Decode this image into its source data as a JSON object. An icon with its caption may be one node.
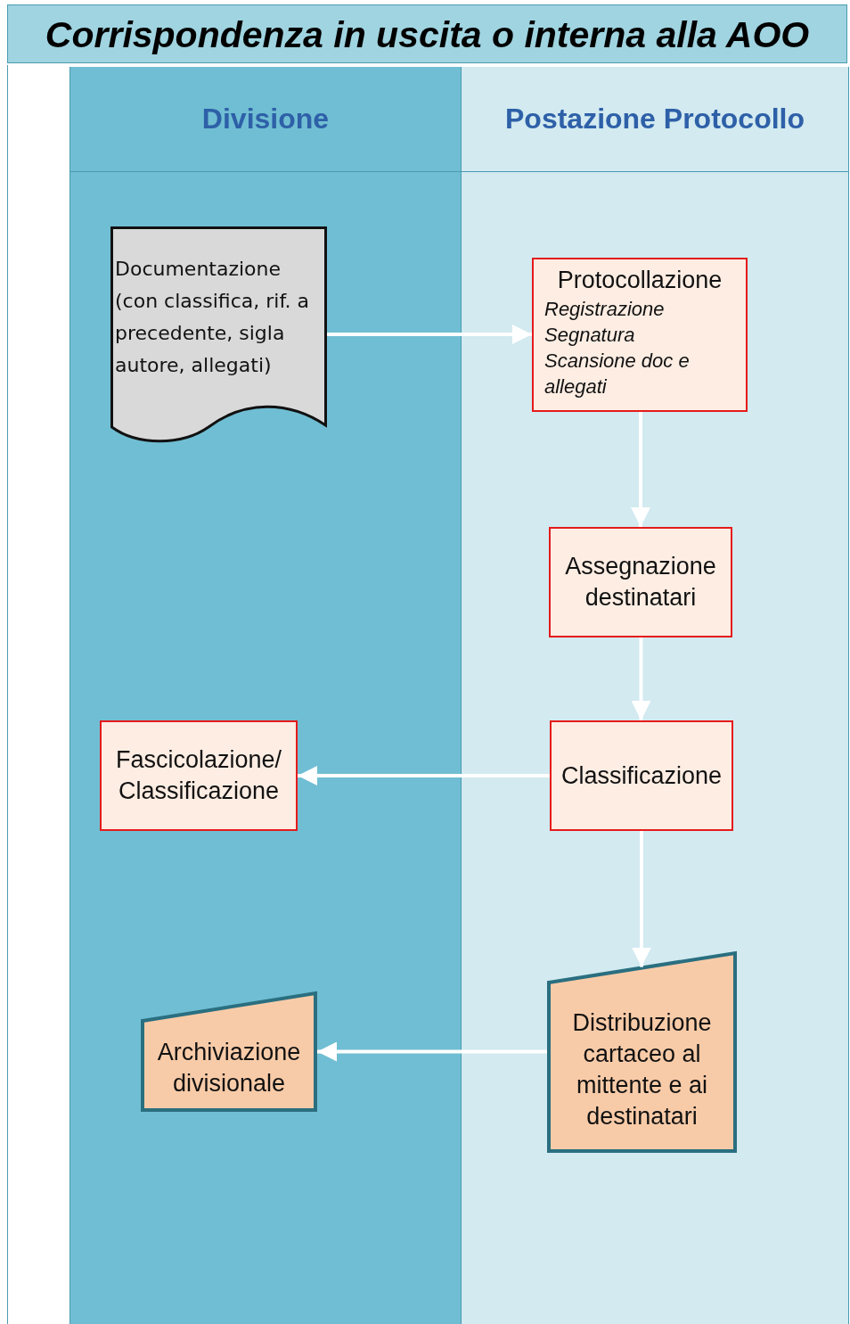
{
  "diagram": {
    "title": "Corrispondenza in uscita o interna alla AOO",
    "nodes": [
      {
        "text": [
          "Divisione"
        ]
      },
      {
        "text": [
          "Postazione Protocollo"
        ]
      },
      {
        "text": [
          "Documentazione (con classifica, rif. a precedente, sigla autore, allegati)"
        ],
        "in": 0
      },
      {
        "text": [
          "Protocollazione",
          "Registrazione",
          "Segnatura",
          "Scansione doc e allegati"
        ],
        "in": 1
      },
      {
        "text": [
          "Assegnazione destinatari"
        ],
        "in": 1
      },
      {
        "text": [
          "Classificazione"
        ],
        "in": 1
      },
      {
        "text": [
          "Fascicolazione/ Classificazione"
        ],
        "in": 0
      },
      {
        "text": [
          "Distribuzione cartaceo al mittente e ai destinatari"
        ],
        "in": 1
      },
      {
        "text": [
          "Archiviazione divisionale"
        ],
        "in": 0
      }
    ],
    "edges": [
      {
        "from": 2,
        "to": 3,
        "arrow": "to"
      },
      {
        "from": 3,
        "to": 4,
        "arrow": "to"
      },
      {
        "from": 4,
        "to": 5,
        "arrow": "to"
      },
      {
        "from": 5,
        "to": 6,
        "arrow": "to"
      },
      {
        "from": 5,
        "to": 7,
        "arrow": "to"
      },
      {
        "from": 7,
        "to": 8,
        "arrow": "to"
      }
    ]
  }
}
